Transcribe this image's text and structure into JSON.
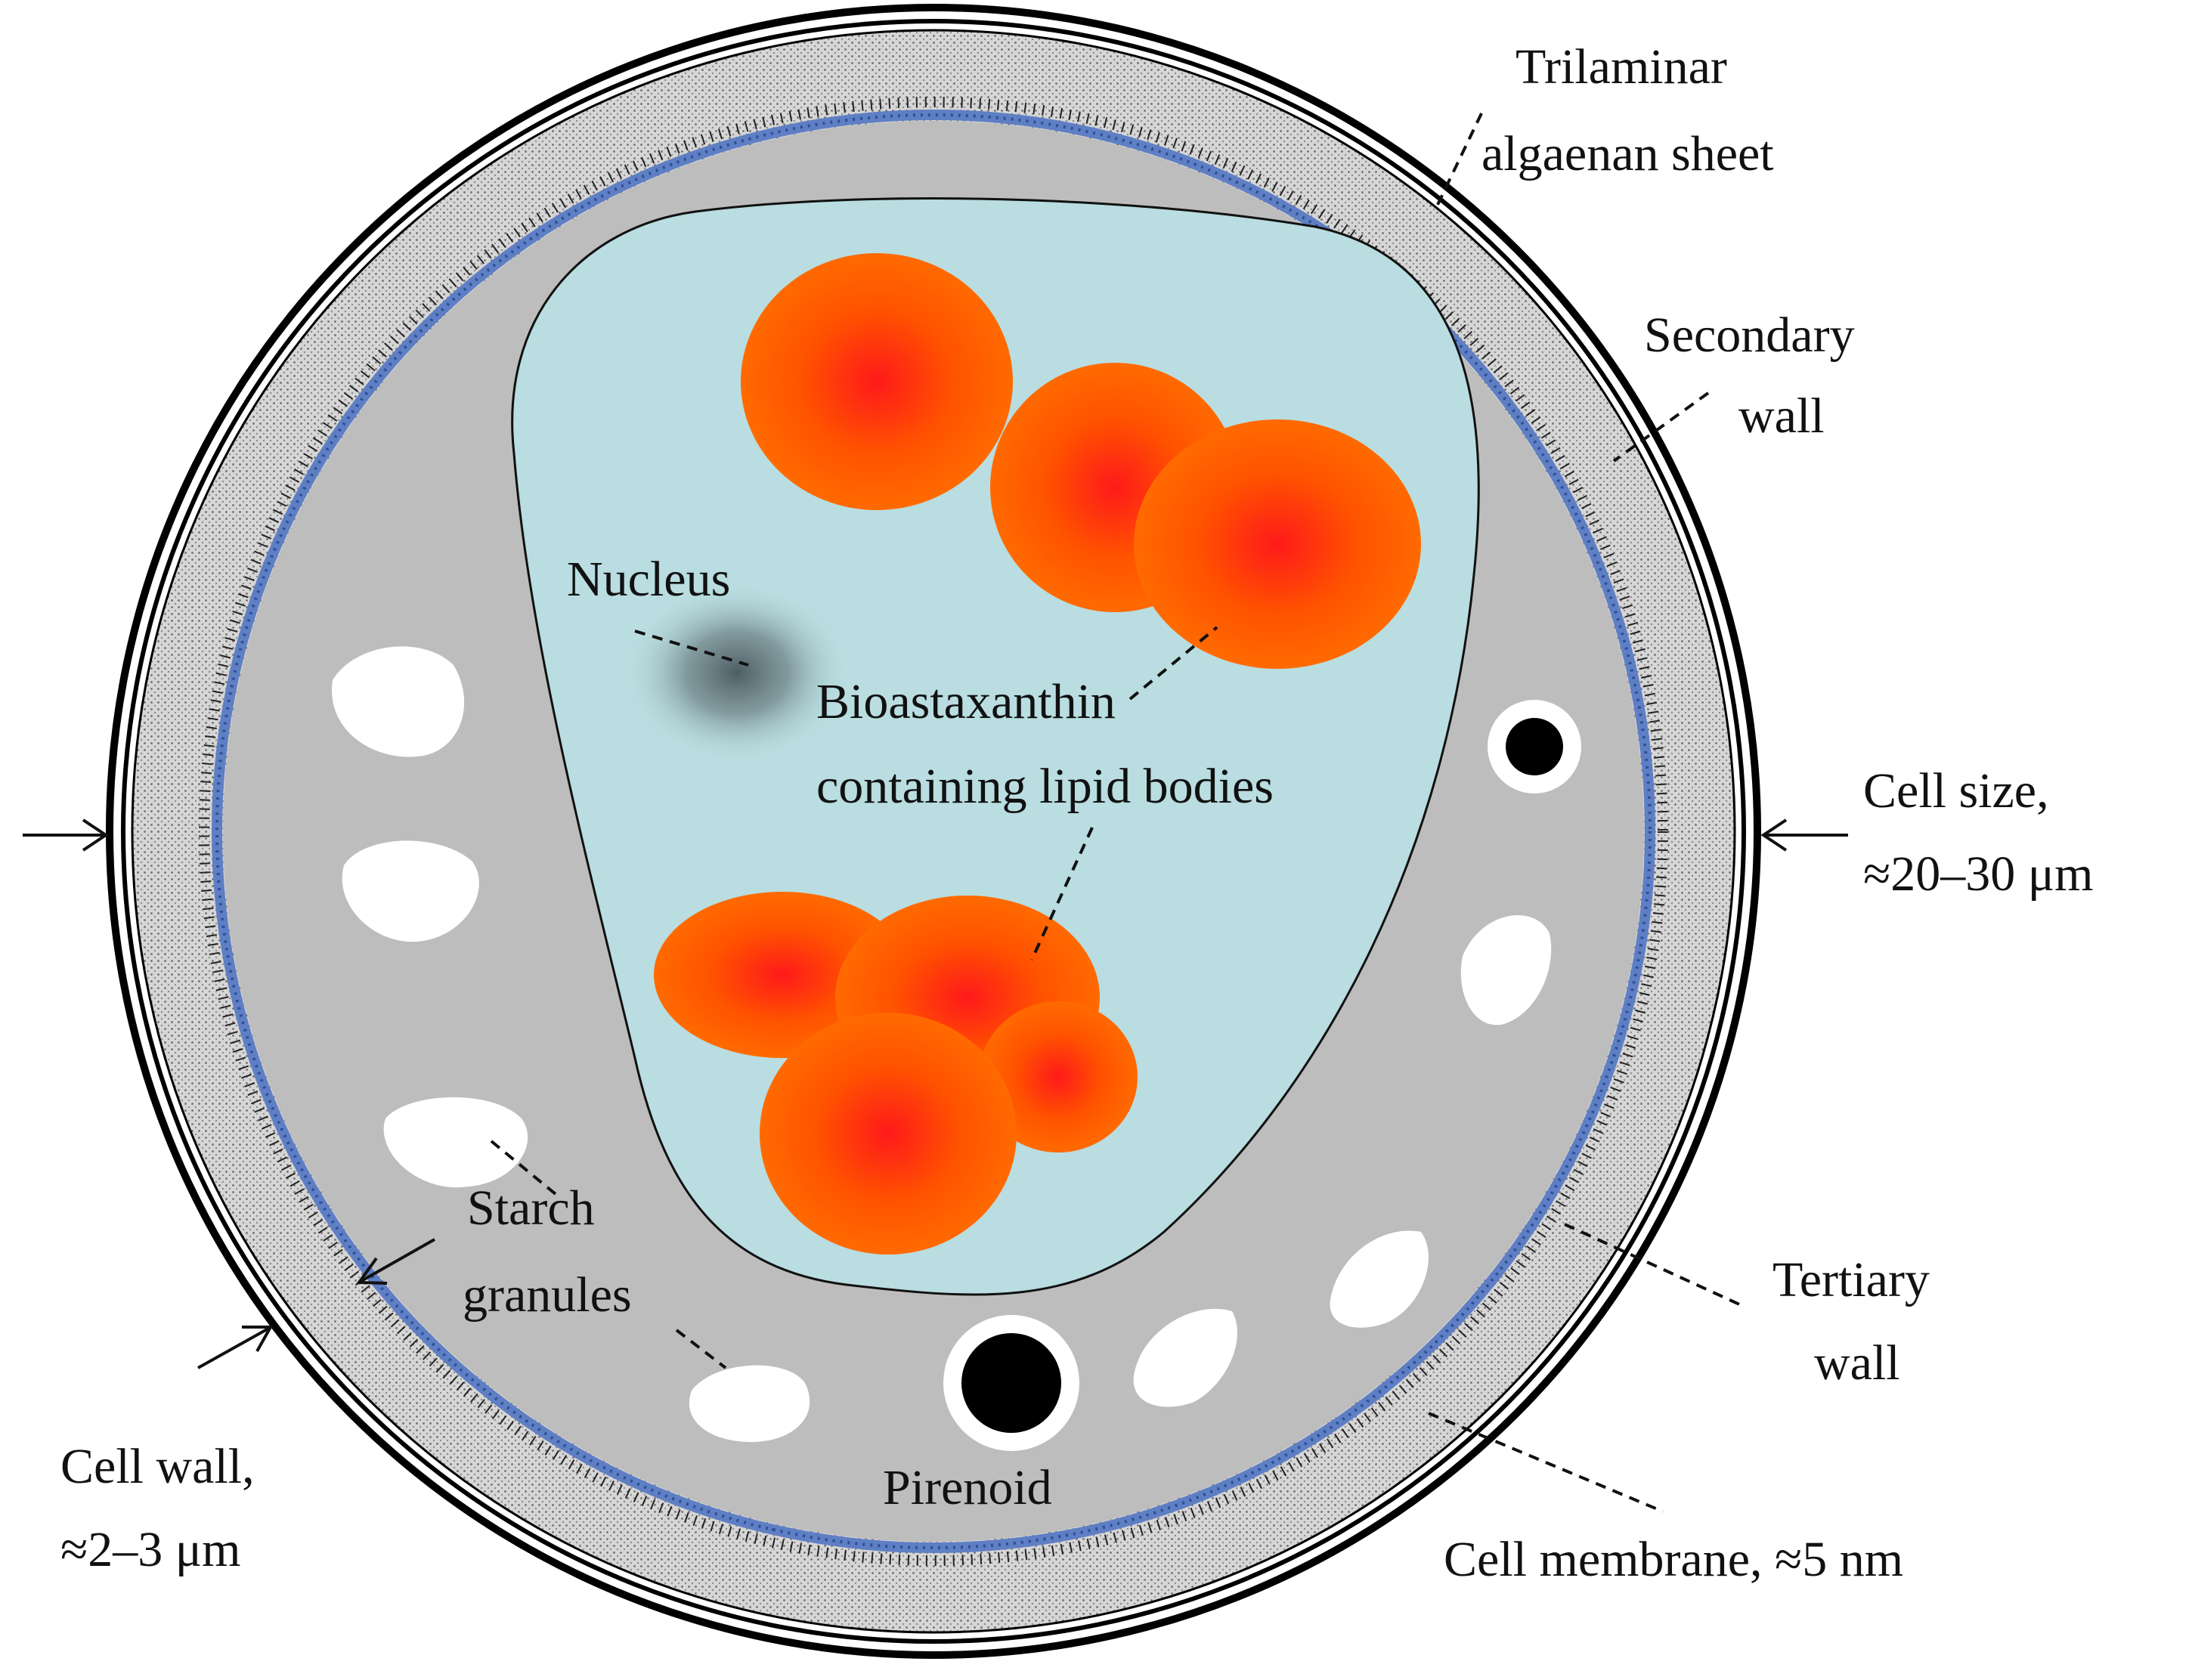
{
  "labels": {
    "trilaminar": [
      "Trilaminar",
      "algaenan  sheet"
    ],
    "secondary": [
      "Secondary",
      "wall"
    ],
    "cell_size": [
      "Cell size,",
      "≈20–30  μm"
    ],
    "tertiary": [
      "Tertiary",
      "wall"
    ],
    "membrane": "Cell membrane,  ≈5  nm",
    "cell_wall": [
      "Cell wall,",
      "≈2–3  μm"
    ],
    "pirenoid": "Pirenoid",
    "starch": [
      "Starch",
      "granules"
    ],
    "nucleus": "Nucleus",
    "lipid": [
      "Bioastaxanthin",
      "containing  lipid bodies"
    ]
  },
  "colors": {
    "cytoplasm": "#bdbdbd",
    "vacuole": "#b9dde0",
    "membrane": "#5f7fc4",
    "wall_dots": "#9a9a9a",
    "lipid_outer": "#ff6a00",
    "lipid_core": "#ff1a1a",
    "granule": "#ffffff",
    "pyrenoid": "#000000",
    "nucleus": "#4d5e63"
  }
}
